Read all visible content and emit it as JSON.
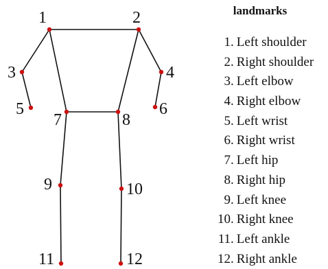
{
  "title": "landmarks",
  "colors": {
    "line": "#111111",
    "point": "#cc1010"
  },
  "landmarks": [
    {
      "num": "1",
      "label": "Left shoulder"
    },
    {
      "num": "2",
      "label": "Right shoulder"
    },
    {
      "num": "3",
      "label": "Left elbow"
    },
    {
      "num": "4",
      "label": "Right elbow"
    },
    {
      "num": "5",
      "label": "Left wrist"
    },
    {
      "num": "6",
      "label": "Right wrist"
    },
    {
      "num": "7",
      "label": "Left hip"
    },
    {
      "num": "8",
      "label": "Right hip"
    },
    {
      "num": "9",
      "label": "Left knee"
    },
    {
      "num": "10",
      "label": "Right knee"
    },
    {
      "num": "11",
      "label": "Left ankle"
    },
    {
      "num": "12",
      "label": "Right ankle"
    }
  ],
  "diagram_labels": [
    "1",
    "2",
    "3",
    "4",
    "5",
    "6",
    "7",
    "8",
    "9",
    "10",
    "11",
    "12"
  ]
}
